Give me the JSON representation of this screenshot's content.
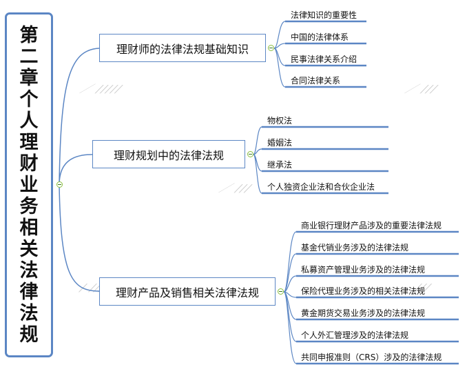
{
  "root": {
    "title": "第二章个人理财业务相关法律法规"
  },
  "branches": [
    {
      "label": "理财师的法律法规基础知识",
      "children": [
        "法律知识的重要性",
        "中国的法律体系",
        "民事法律关系介绍",
        "合同法律关系"
      ]
    },
    {
      "label": "理财规划中的法律法规",
      "children": [
        "物权法",
        "婚姻法",
        "继承法",
        "个人独资企业法和合伙企业法"
      ]
    },
    {
      "label": "理财产品及销售相关法律法规",
      "children": [
        "商业银行理财产品涉及的重要法律法规",
        "基金代销业务涉及的法律法规",
        "私募资产管理业务涉及的法律法规",
        "保险代理业务涉及的相关法律法规",
        "黄金期货交易业务涉及的法律法规",
        "个人外汇管理涉及的法律法规",
        "共同申报准则（CRS）涉及的法律法规"
      ]
    }
  ],
  "colors": {
    "line": "#5b86c4",
    "toggle_ring": "#8bbf3e",
    "toggle_mark": "#3a7a1e"
  },
  "icons": {
    "toggle": "collapse-minus-icon"
  }
}
